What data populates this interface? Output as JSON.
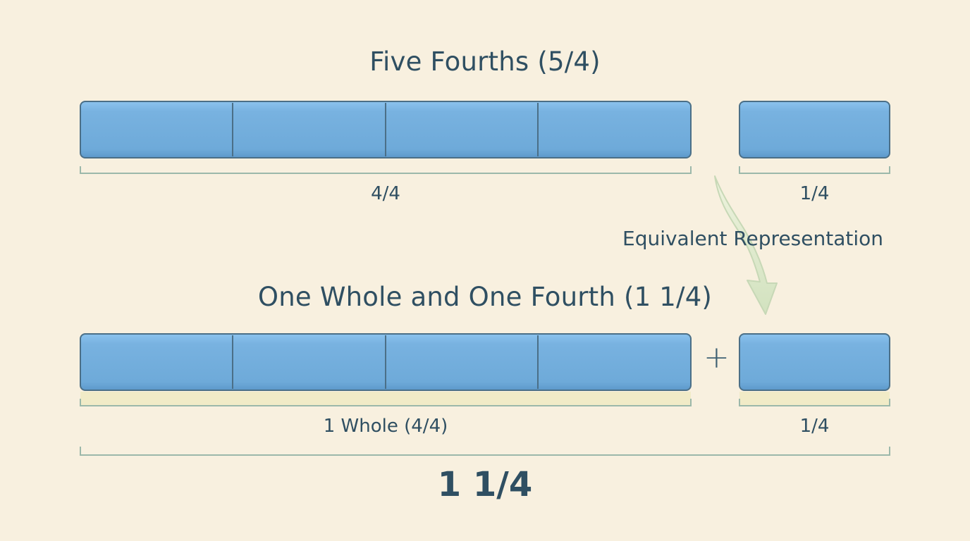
{
  "diagram": {
    "top_title": "Five Fourths (5/4)",
    "top_group_label": "4/4",
    "top_single_label": "1/4",
    "equivalence_label": "Equivalent Representation",
    "bottom_title": "One Whole and One Fourth (1 1/4)",
    "plus_sign": "+",
    "bottom_group_label": "1 Whole (4/4)",
    "bottom_single_label": "1/4",
    "total_label": "1 1/4"
  },
  "colors": {
    "background": "#f8f0df",
    "bar_fill": "#72addc",
    "bar_stroke": "#4b6f87",
    "bracket": "#9cb8aa",
    "arrow": "#d8e5c8",
    "highlight": "#f1ebc7",
    "text": "#2f4f62"
  }
}
